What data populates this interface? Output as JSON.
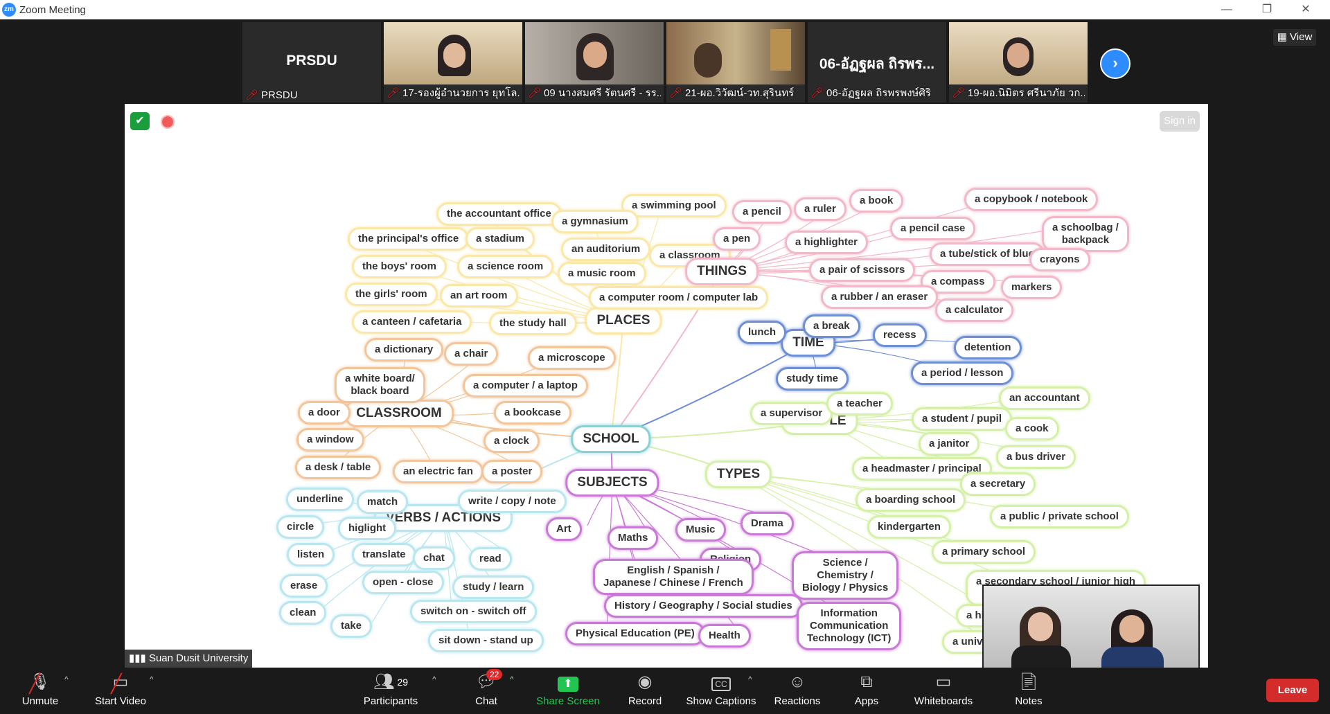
{
  "window": {
    "title": "Zoom Meeting",
    "logo": "zm"
  },
  "gallery": {
    "view_label": "View",
    "tiles": [
      {
        "name_big": "PRSDU",
        "caption": "PRSDU"
      },
      {
        "caption": "17-รองผู้อำนวยการ ยุทโล..."
      },
      {
        "caption": "09 นางสมศรี รัตนศรี - รร..."
      },
      {
        "caption": "21-ผอ.วิวัฒน์-วท.สุรินทร์"
      },
      {
        "name_big": "06-อัฏฐผล ถิรพร...",
        "caption": "06-อัฏฐผล ถิรพรพงษ์ศิริ"
      },
      {
        "caption": "19-ผอ.นิมิตร ศรีนาภัย  วก..."
      }
    ]
  },
  "share": {
    "sign_in": "Sign in",
    "presenter": "Suan Dusit University"
  },
  "mindmap": {
    "center": "SCHOOL",
    "hubs": {
      "places": "PLACES",
      "things": "THINGS",
      "time": "TIME",
      "people": "PEOPLE",
      "types": "TYPES",
      "subjects": "SUBJECTS",
      "verbs": "VERBS / ACTIONS",
      "classroom": "CLASSROOM"
    },
    "places": [
      "the accountant office",
      "the principal's office",
      "a stadium",
      "the boys' room",
      "a science room",
      "the girls' room",
      "an art room",
      "a canteen / cafetaria",
      "the study hall",
      "a computer room / computer lab",
      "a swimming pool",
      "a gymnasium",
      "an auditorium",
      "a classroom",
      "a music room"
    ],
    "things": [
      "a pencil",
      "a ruler",
      "a book",
      "a copybook / notebook",
      "a pen",
      "a highlighter",
      "a pencil case",
      "a schoolbag / backpack",
      "a tube/stick of blue",
      "crayons",
      "a pair of scissors",
      "a compass",
      "markers",
      "a rubber / an eraser",
      "a calculator"
    ],
    "time": [
      "lunch",
      "a break",
      "recess",
      "detention",
      "study time",
      "a period / lesson"
    ],
    "people": [
      "a supervisor",
      "a teacher",
      "an accountant",
      "a student / pupil",
      "a cook",
      "a janitor",
      "a bus driver",
      "a headmaster / principal",
      "a secretary"
    ],
    "types": [
      "a boarding school",
      "a public / private school",
      "kindergarten",
      "a primary school",
      "a secondary school / junior high school / middl...",
      "a highsch...",
      "a university / c..."
    ],
    "subjects": [
      "Art",
      "Maths",
      "Music",
      "Drama",
      "Religion",
      "English / Spanish / Japanese / Chinese / French",
      "Science / Chemistry / Biology / Physics",
      "History / Geography / Social studies",
      "Information Communication Technology (ICT)",
      "Physical Education (PE)",
      "Health"
    ],
    "classroom": [
      "a dictionary",
      "a chair",
      "a microscope",
      "a white board/ black board",
      "a computer / a laptop",
      "a door",
      "a bookcase",
      "a window",
      "a clock",
      "a desk / table",
      "an electric fan",
      "a poster"
    ],
    "verbs": [
      "underline",
      "match",
      "write / copy / note",
      "circle",
      "higlight",
      "listen",
      "translate",
      "chat",
      "read",
      "erase",
      "open - close",
      "study / learn",
      "clean",
      "switch on - switch off",
      "take",
      "sit down - stand up"
    ]
  },
  "toolbar": {
    "unmute": "Unmute",
    "start_video": "Start Video",
    "participants": "Participants",
    "participants_count": "29",
    "chat": "Chat",
    "chat_badge": "22",
    "share_screen": "Share Screen",
    "record": "Record",
    "show_captions": "Show Captions",
    "reactions": "Reactions",
    "apps": "Apps",
    "whiteboards": "Whiteboards",
    "notes": "Notes",
    "leave": "Leave"
  },
  "colors": {
    "accent": "#2d8cff",
    "share_green": "#23c552",
    "leave_red": "#d42b2b",
    "muted_red": "#e02828"
  }
}
